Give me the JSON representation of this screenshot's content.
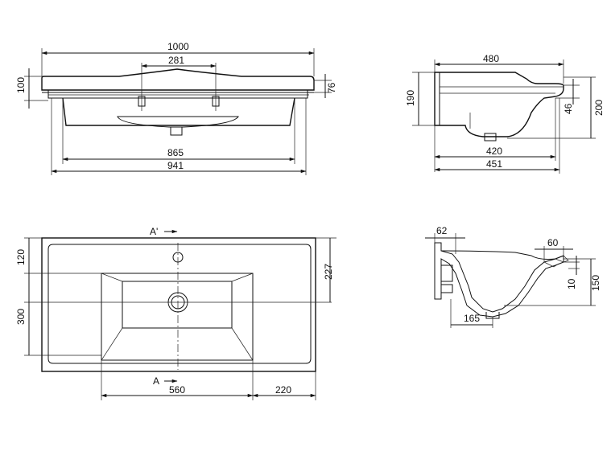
{
  "front_view": {
    "width_1000": "1000",
    "tap_spacing_281": "281",
    "height_100": "100",
    "rim_76": "76",
    "bowl_865": "865",
    "base_941": "941"
  },
  "side_view": {
    "depth_480": "480",
    "height_190": "190",
    "rim_46": "46",
    "total_200": "200",
    "bowl_420": "420",
    "base_451": "451"
  },
  "plan_view": {
    "section_a_prime": "A'",
    "section_a": "A",
    "tap_120": "120",
    "bowl_300": "300",
    "depth_227": "227",
    "bowl_width_560": "560",
    "deck_220": "220"
  },
  "section_view": {
    "wall_62": "62",
    "lip_60": "60",
    "rim_10": "10",
    "height_150": "150",
    "drain_165": "165"
  }
}
